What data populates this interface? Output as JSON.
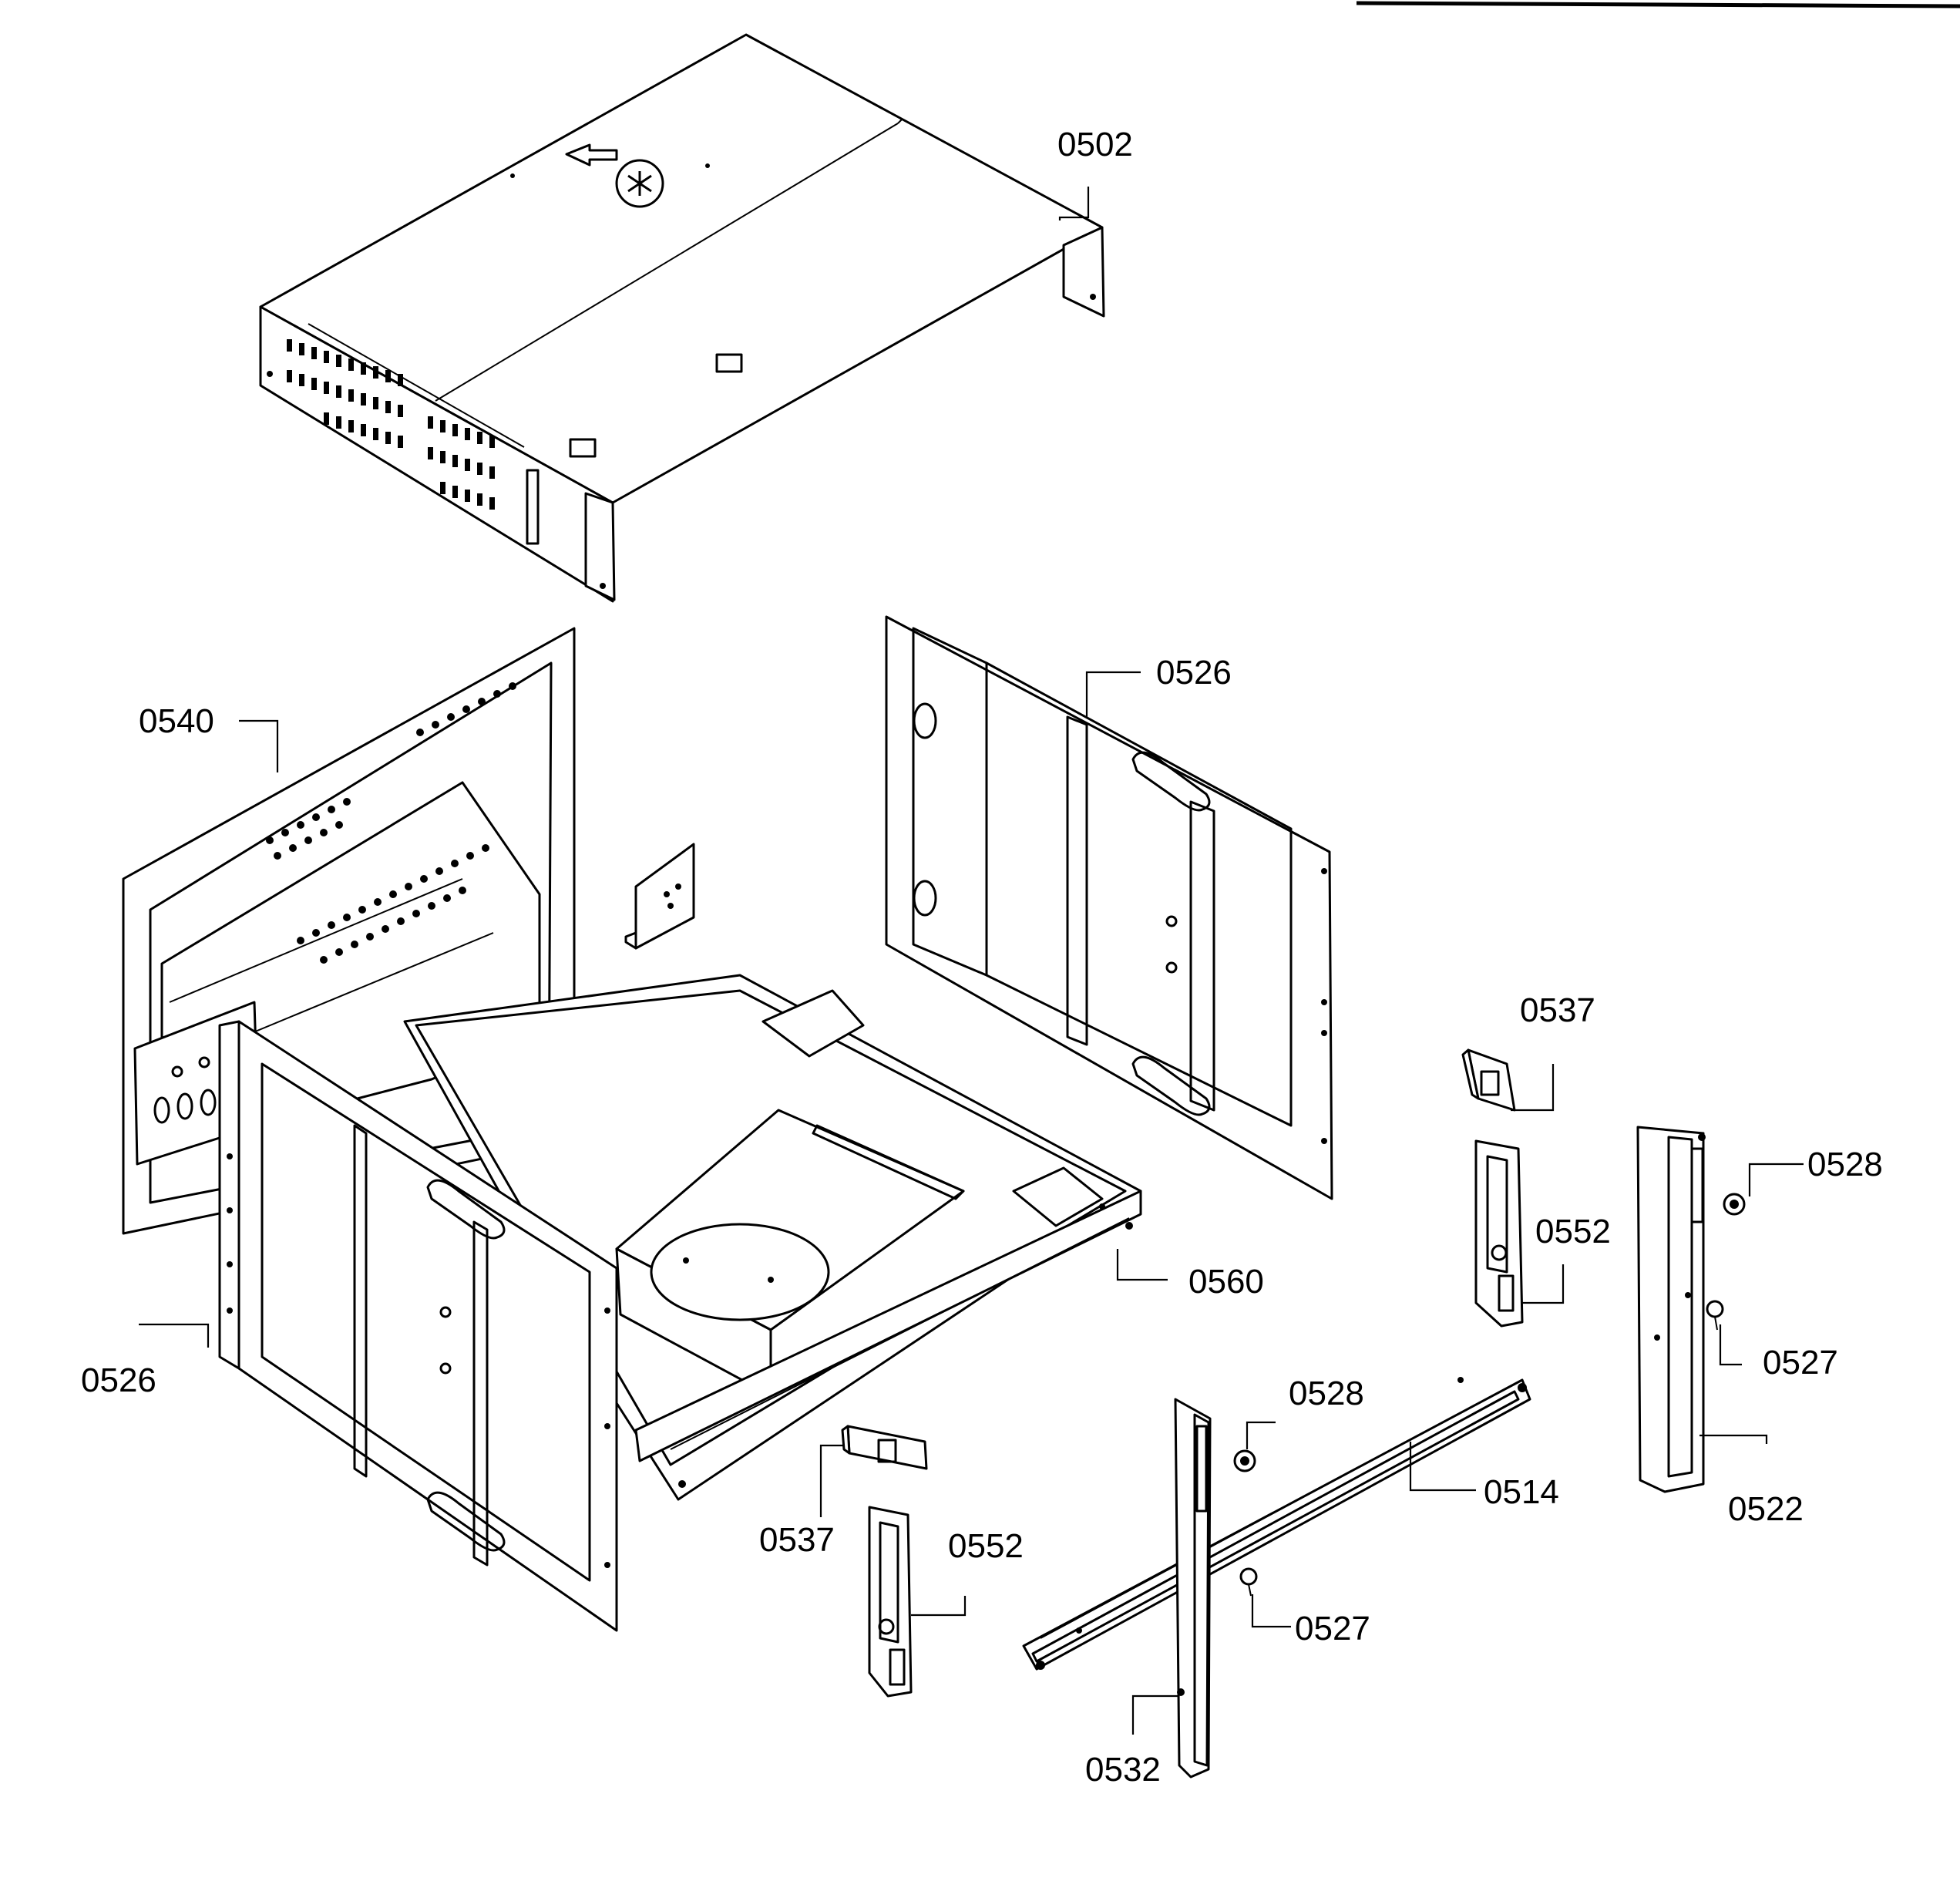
{
  "diagram": {
    "callouts": [
      {
        "id": "c-0502",
        "label": "0502"
      },
      {
        "id": "c-0526-r",
        "label": "0526"
      },
      {
        "id": "c-0540",
        "label": "0540"
      },
      {
        "id": "c-0537-r",
        "label": "0537"
      },
      {
        "id": "c-0528-r",
        "label": "0528"
      },
      {
        "id": "c-0552-r",
        "label": "0552"
      },
      {
        "id": "c-0560",
        "label": "0560"
      },
      {
        "id": "c-0527-r",
        "label": "0527"
      },
      {
        "id": "c-0526-l",
        "label": "0526"
      },
      {
        "id": "c-0528-m",
        "label": "0528"
      },
      {
        "id": "c-0514",
        "label": "0514"
      },
      {
        "id": "c-0522",
        "label": "0522"
      },
      {
        "id": "c-0537-m",
        "label": "0537"
      },
      {
        "id": "c-0552-m",
        "label": "0552"
      },
      {
        "id": "c-0527-m",
        "label": "0527"
      },
      {
        "id": "c-0532",
        "label": "0532"
      }
    ]
  }
}
